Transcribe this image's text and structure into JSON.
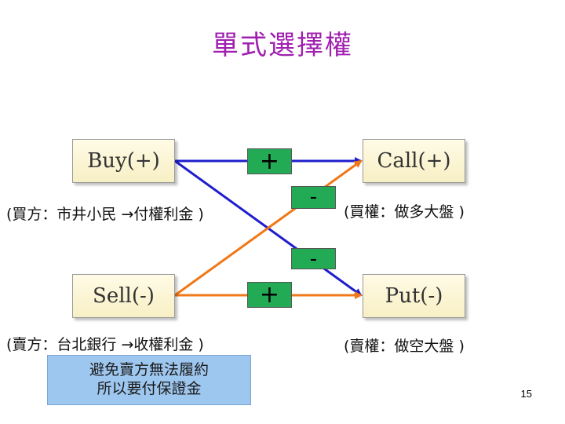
{
  "title": "單式選擇權",
  "boxes": {
    "buy": "Buy(+)",
    "call": "Call(+)",
    "sell": "Sell(-)",
    "put": "Put(-)"
  },
  "signs": {
    "plus_top": "+",
    "minus_upper": "-",
    "minus_lower": "-",
    "plus_bottom": "+"
  },
  "notes": {
    "buyer": "(買方：市井小民 →付權利金 )",
    "call": "(買權：做多大盤 )",
    "seller": "(賣方：台北銀行 →收權利金 )",
    "put": "(賣權：做空大盤 )"
  },
  "callout": {
    "line1": "避免賣方無法履約",
    "line2": "所以要付保證金"
  },
  "page_number": "15",
  "colors": {
    "title": "#a020b0",
    "buy_arrows": "#1e1ecc",
    "sell_arrows": "#f07818",
    "sign_box": "#22aa55",
    "callout_fill": "#9ec7ef"
  }
}
